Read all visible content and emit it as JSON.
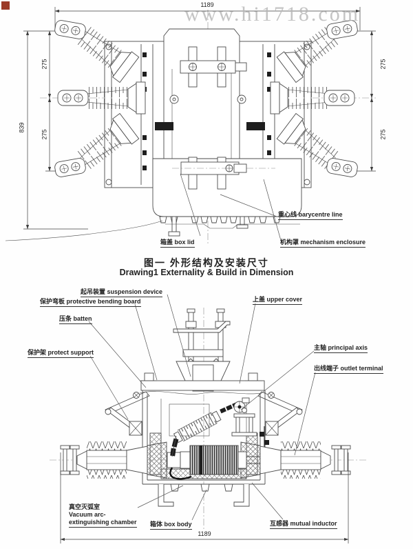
{
  "watermark": "www.hi1718.com",
  "drawing1": {
    "title_zh": "图一 外形结构及安装尺寸",
    "title_en": "Drawing1 Externality & Build in Dimension",
    "dimensions": {
      "overall_width": "1189",
      "overall_height": "839",
      "phase_spacing_left_upper": "275",
      "phase_spacing_left_lower": "275",
      "phase_spacing_right_upper": "275",
      "phase_spacing_right_lower": "275"
    },
    "labels": {
      "box_lid": "箱盖 box lid",
      "barycentre_line": "重心线 barycentre line",
      "mechanism_enclosure": "机构罩 mechanism enclosure"
    }
  },
  "drawing2": {
    "dimensions": {
      "overall_width": "1189"
    },
    "labels": {
      "suspension_device": "起吊装置 suspension device",
      "protective_bending_board": "保护弯板 protective bending board",
      "batten": "压条 batten",
      "protect_support": "保护架 protect support",
      "upper_cover": "上盖 upper cover",
      "principal_axis": "主轴 principal axis",
      "outlet_terminal": "出线端子 outlet terminal",
      "vacuum_chamber_zh": "真空灭弧室",
      "vacuum_chamber_en_line1": "Vacuum arc-",
      "vacuum_chamber_en_line2": "extinguishing chamber",
      "box_body": "箱体 box body",
      "mutual_inductor": "互感器 mutual inductor"
    }
  }
}
